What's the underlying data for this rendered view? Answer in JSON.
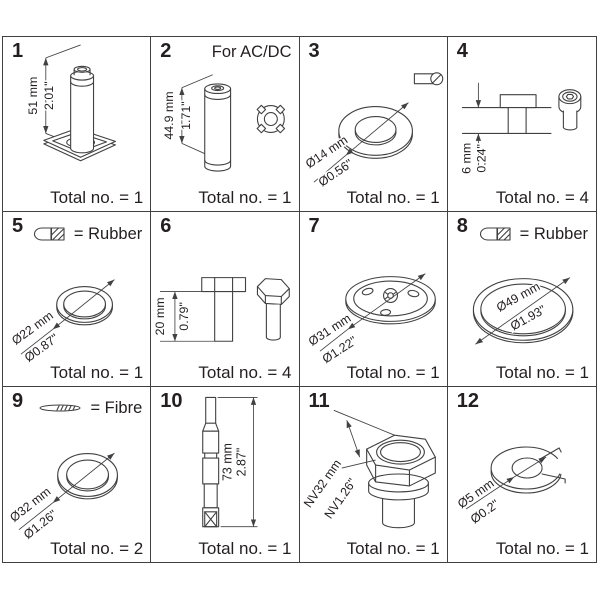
{
  "colors": {
    "line": "#414042",
    "text": "#231f20",
    "background": "#ffffff"
  },
  "cells": [
    {
      "number": "1",
      "dim_metric": "51 mm",
      "dim_imperial": "2.01\"",
      "total": "Total no. = 1"
    },
    {
      "number": "2",
      "note": "For AC/DC",
      "dim_metric": "44.9 mm",
      "dim_imperial": "1.71\"",
      "total": "Total no. = 1"
    },
    {
      "number": "3",
      "dim_metric": "Ø14 mm",
      "dim_imperial": "Ø0.56\"",
      "total": "Total no. = 1"
    },
    {
      "number": "4",
      "dim_metric": "6 mm",
      "dim_imperial": "0.24\"",
      "total": "Total no. = 4"
    },
    {
      "number": "5",
      "legend_label": "= Rubber",
      "legend_icon": "rubber-hatch-icon",
      "dim_metric": "Ø22 mm",
      "dim_imperial": "Ø0.87\"",
      "total": "Total no. = 1"
    },
    {
      "number": "6",
      "dim_metric": "20 mm",
      "dim_imperial": "0.79\"",
      "total": "Total no. = 4"
    },
    {
      "number": "7",
      "dim_metric": "Ø31 mm",
      "dim_imperial": "Ø1.22\"",
      "total": "Total no. = 1"
    },
    {
      "number": "8",
      "legend_label": "= Rubber",
      "legend_icon": "rubber-hatch-icon",
      "dim_metric": "Ø49 mm",
      "dim_imperial": "Ø1.93\"",
      "total": "Total no. = 1"
    },
    {
      "number": "9",
      "legend_label": "= Fibre",
      "legend_icon": "fibre-strip-icon",
      "dim_metric": "Ø32 mm",
      "dim_imperial": "Ø1.26\"",
      "total": "Total no. = 2"
    },
    {
      "number": "10",
      "dim_metric": "73 mm",
      "dim_imperial": "2.87\"",
      "total": "Total no. = 1"
    },
    {
      "number": "11",
      "dim_metric": "NV32 mm",
      "dim_imperial": "NV1.26\"",
      "total": "Total no. = 1"
    },
    {
      "number": "12",
      "dim_metric": "Ø5 mm",
      "dim_imperial": "Ø0.2\"",
      "total": "Total no. = 1"
    }
  ]
}
